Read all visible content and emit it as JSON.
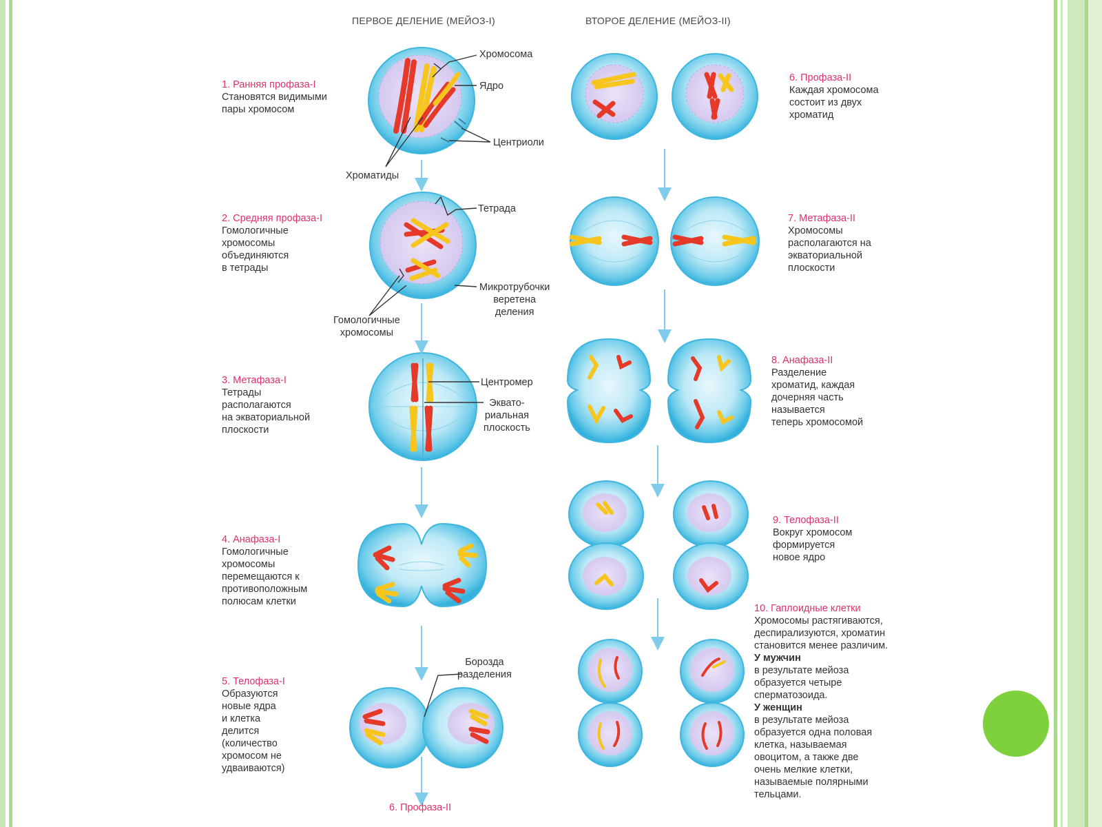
{
  "headers": {
    "meiosis1": "ПЕРВОЕ ДЕЛЕНИЕ (МЕЙОЗ-I)",
    "meiosis2": "ВТОРОЕ ДЕЛЕНИЕ (МЕЙОЗ-II)"
  },
  "stages": [
    {
      "title": "1. Ранняя профаза-I",
      "desc": "Становятся видимыми\nпары хромосом"
    },
    {
      "title": "2. Средняя профаза-I",
      "desc": "Гомологичные\nхромосомы\nобъединяются\nв тетрады"
    },
    {
      "title": "3. Метафаза-I",
      "desc": "Тетрады\nрасполагаются\nна экваториальной\nплоскости"
    },
    {
      "title": "4. Анафаза-I",
      "desc": "Гомологичные\nхромосомы\nперемещаются к\nпротивоположным\nполюсам клетки"
    },
    {
      "title": "5. Телофаза-I",
      "desc": "Образуются\nновые ядра\nи клетка\nделится\n(количество\nхромосом не\nудваиваются)"
    },
    {
      "title": "6. Профаза-II",
      "desc": "Каждая хромосома\nсостоит из двух\nхроматид"
    },
    {
      "title": "7. Метафаза-II",
      "desc": "Хромосомы\nрасполагаются на\nэкваториальной\nплоскости"
    },
    {
      "title": "8. Анафаза-II",
      "desc": "Разделение\nхроматид, каждая\nдочерняя часть\nназывается\nтеперь хромосомой"
    },
    {
      "title": "9. Телофаза-II",
      "desc": "Вокруг хромосом\nформируется\nновое ядро"
    },
    {
      "title": "10. Гаплоидные клетки",
      "desc": "Хромосомы растягиваются,\nдеспирализуются, хроматин\nстановится менее различим."
    }
  ],
  "haploid": {
    "men_heading": "У мужчин",
    "men_text": "в результате мейоза\nобразуется четыре\nсперматозоида.",
    "women_heading": "У женщин",
    "women_text": "в результате мейоза\nобразуется одна половая\nклетка, называемая\nовоцитом, а также две\nочень мелкие клетки,\nназываемые полярными\nтельцами."
  },
  "labels": {
    "chromosome": "Хромосома",
    "nucleus": "Ядро",
    "centrioles": "Центриоли",
    "chromatids": "Хроматиды",
    "tetrad": "Тетрада",
    "microtubules": "Микротрубочки\nверетена\nделения",
    "homologous": "Гомологичные\nхромосомы",
    "centromere": "Центромер",
    "equatorial_plane": "Эквато-\nриальная\nплоскость",
    "furrow": "Борозда\nразделения"
  },
  "bottom_caption": "6. Профаза-II",
  "colors": {
    "cell": "#5cc6e6",
    "chromosome_red": "#e53a2a",
    "chromosome_yellow": "#f6c51e",
    "arrow": "#7fcbea",
    "title_pink": "#e0306a",
    "accent_green": "#7ed13c"
  }
}
